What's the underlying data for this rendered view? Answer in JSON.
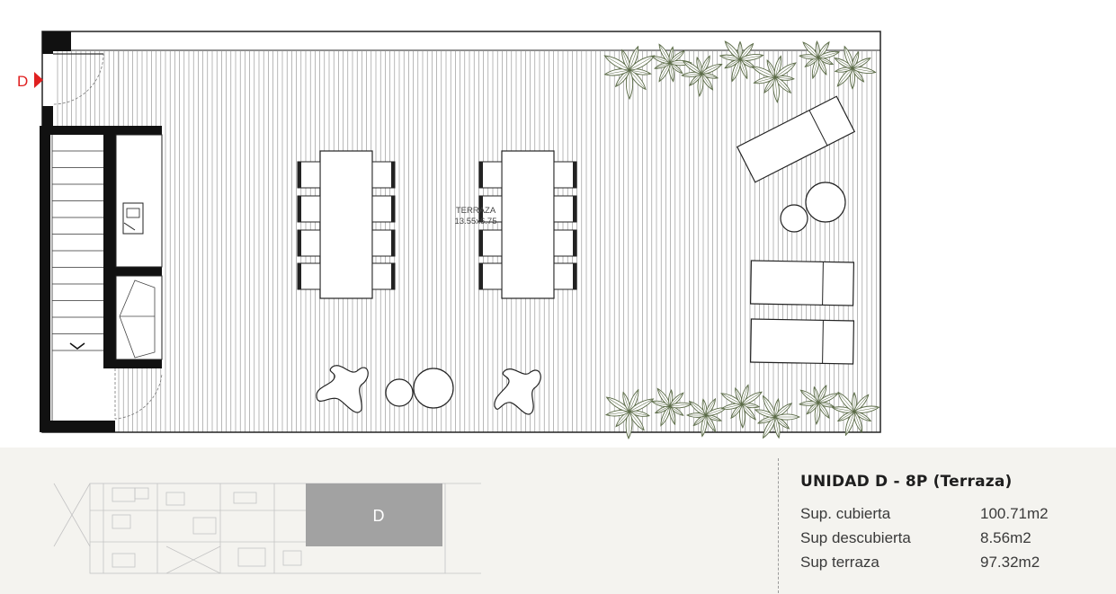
{
  "plan": {
    "entry_marker": "D",
    "room_name": "TERRAZA",
    "room_dimensions": "13.55x6.75",
    "colors": {
      "wall": "#111111",
      "line": "#2a2a2a",
      "marker": "#e02020",
      "plant": "#5a6a46"
    }
  },
  "keymap": {
    "unit_label": "D",
    "colors": {
      "highlight": "#a2a2a2",
      "line": "#c4c4c4"
    }
  },
  "info": {
    "title": "UNIDAD D - 8P (Terraza)",
    "rows": [
      {
        "label": "Sup. cubierta",
        "value": "100.71m2"
      },
      {
        "label": "Sup descubierta",
        "value": "8.56m2"
      },
      {
        "label": "Sup terraza",
        "value": "97.32m2"
      }
    ]
  }
}
